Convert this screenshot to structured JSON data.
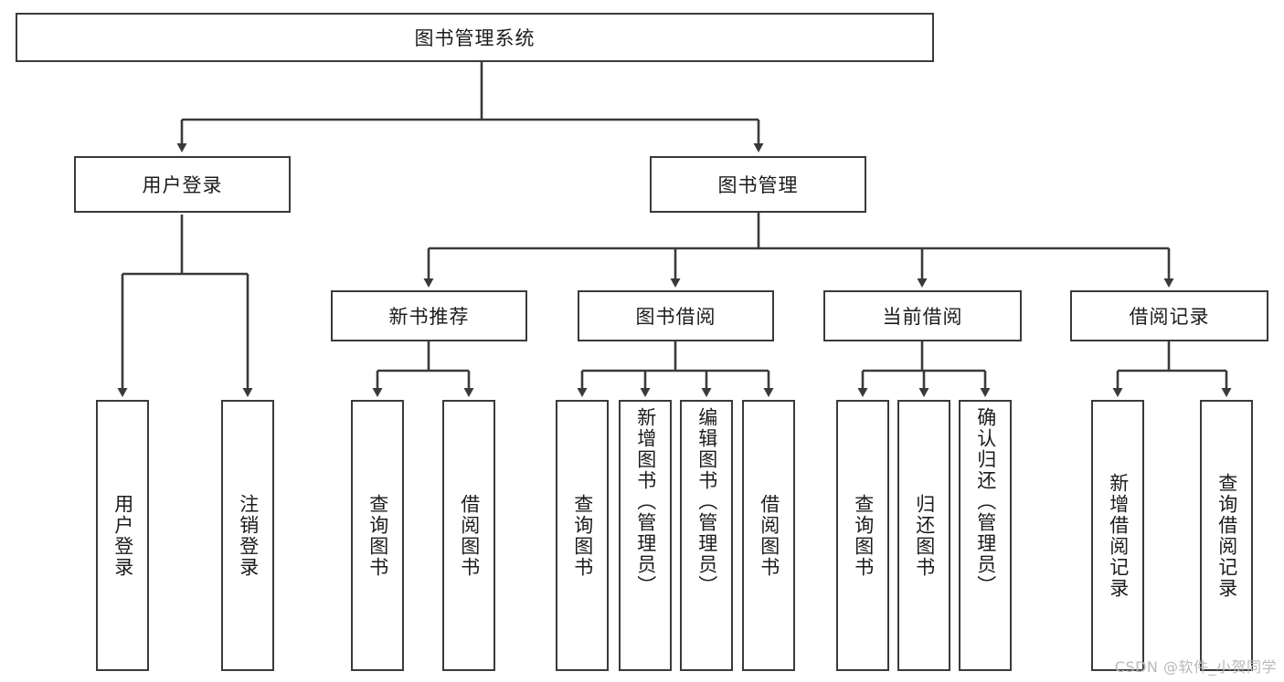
{
  "diagram": {
    "title": "图书管理系统",
    "type": "tree",
    "root": {
      "label": "图书管理系统",
      "children": [
        {
          "label": "用户登录",
          "children": [
            {
              "label": "用户登录"
            },
            {
              "label": "注销登录"
            }
          ]
        },
        {
          "label": "图书管理",
          "children": [
            {
              "label": "新书推荐",
              "children": [
                {
                  "label": "查询图书"
                },
                {
                  "label": "借阅图书"
                }
              ]
            },
            {
              "label": "图书借阅",
              "children": [
                {
                  "label": "查询图书"
                },
                {
                  "label": "新增图书（管理员）"
                },
                {
                  "label": "编辑图书（管理员）"
                },
                {
                  "label": "借阅图书"
                }
              ]
            },
            {
              "label": "当前借阅",
              "children": [
                {
                  "label": "查询图书"
                },
                {
                  "label": "归还图书"
                },
                {
                  "label": "确认归还（管理员）"
                }
              ]
            },
            {
              "label": "借阅记录",
              "children": [
                {
                  "label": "新增借阅记录"
                },
                {
                  "label": "查询借阅记录"
                }
              ]
            }
          ]
        }
      ]
    }
  },
  "nodes": {
    "root": "图书管理系统",
    "user_login": "用户登录",
    "book_manage": "图书管理",
    "new_book_rec": "新书推荐",
    "book_borrow": "图书借阅",
    "current_borrow": "当前借阅",
    "borrow_record": "借阅记录",
    "leaf_user_login": "用户登录",
    "leaf_logout": "注销登录",
    "leaf_query_book_1": "查询图书",
    "leaf_borrow_book_1": "借阅图书",
    "leaf_query_book_2": "查询图书",
    "leaf_add_book": "新增图书（管理员）",
    "leaf_edit_book": "编辑图书（管理员）",
    "leaf_borrow_book_2": "借阅图书",
    "leaf_query_book_3": "查询图书",
    "leaf_return_book": "归还图书",
    "leaf_confirm_return": "确认归还（管理员）",
    "leaf_add_record": "新增借阅记录",
    "leaf_query_record": "查询借阅记录"
  },
  "watermark": {
    "text": "CSDN @软件_小贺同学"
  },
  "colors": {
    "stroke": "#3a3a3a",
    "fill": "#ffffff",
    "text": "#1c1c1c",
    "watermark": "#b9b9b9",
    "background": "#ffffff"
  }
}
